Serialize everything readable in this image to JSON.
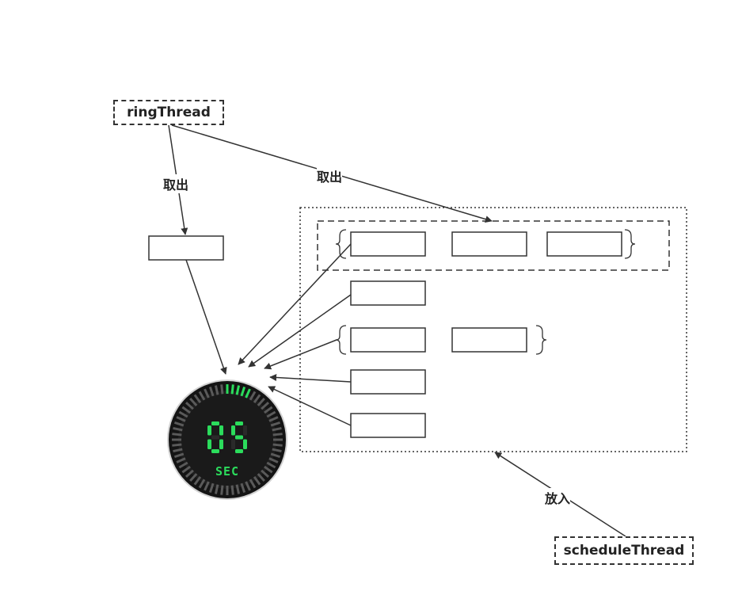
{
  "threads": {
    "ring": "ringThread",
    "schedule": "scheduleThread"
  },
  "edge_labels": {
    "take_out_1": "取出",
    "take_out_2": "取出",
    "put_in": "放入"
  },
  "timer": {
    "digits": "05",
    "unit": "SEC"
  },
  "colors": {
    "line": "#333333",
    "timer_face": "#1b1b1b",
    "timer_digit": "#2bdc5c",
    "timer_digit_dim": "#2a2a2a",
    "timer_tick_inactive": "#5a5a5a",
    "timer_tick_active": "#2bdc5c"
  }
}
